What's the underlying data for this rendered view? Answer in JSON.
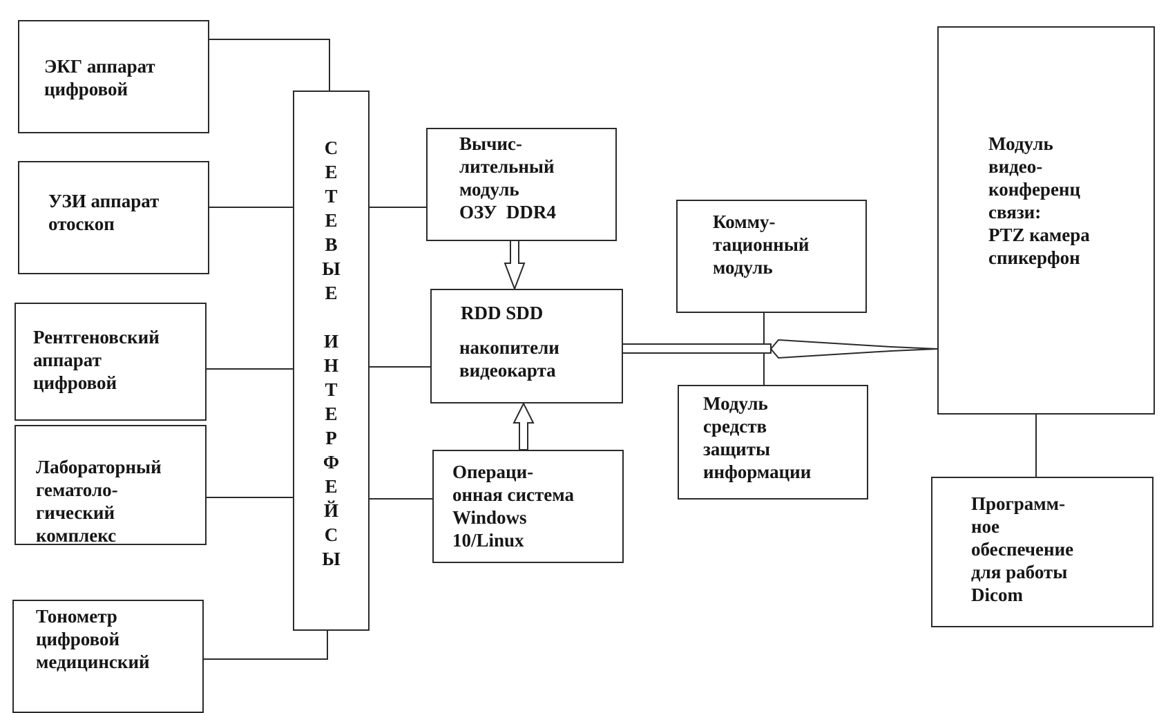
{
  "diagram": {
    "devices": [
      {
        "id": "ecg",
        "label": "ЭКГ аппарат\nцифровой"
      },
      {
        "id": "ultrasound",
        "label": "УЗИ аппарат\nотоскоп"
      },
      {
        "id": "xray",
        "label": "Рентгеновский\nаппарат\nцифровой"
      },
      {
        "id": "lab",
        "label": "Лабораторный\nгематоло-\nгический\nкомплекс"
      },
      {
        "id": "tonometer",
        "label": "Тонометр\nцифровой\nмедицинский"
      }
    ],
    "network_interfaces": {
      "label": "С\nЕ\nТ\nЕ\nВ\nЫ\nЕ\n\nИ\nН\nТ\nЕ\nР\nФ\nЕ\nЙ\nС\nЫ"
    },
    "compute_module": {
      "label": "Вычис-\nлительный\nмодуль\nОЗУ  DDR4"
    },
    "storage_module": {
      "label_line1": "RDD SDD",
      "label_rest": "накопители\nвидеокарта"
    },
    "os_module": {
      "label": "Операци-\nонная система\nWindows\n10/Linux"
    },
    "switch_module": {
      "label": "Комму-\nтационный\nмодуль"
    },
    "security_module": {
      "label": "Модуль\nсредств\nзащиты\nинформации"
    },
    "video_conf_module": {
      "label": "Модуль\nвидео-\nконференц\nсвязи:\nPTZ камера\nспикерфон"
    },
    "software_module": {
      "label": "Программ-\nное\nобеспечение\nдля работы\nDicom"
    },
    "colors": {
      "stroke": "#2a2a2a",
      "background": "#ffffff",
      "text": "#161616"
    }
  }
}
